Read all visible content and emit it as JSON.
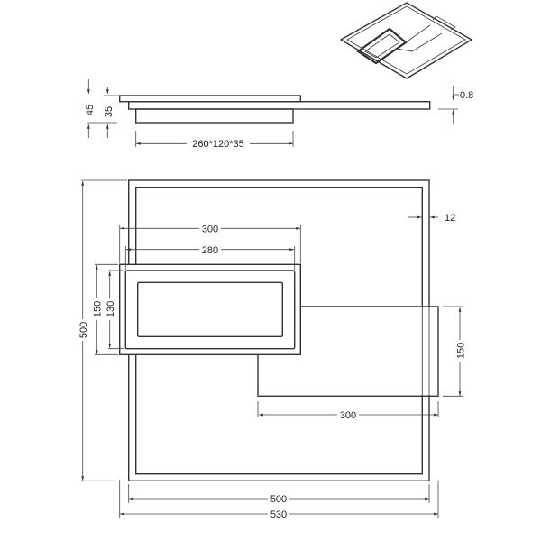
{
  "side_view": {
    "height_total": "45",
    "height_body": "35",
    "driver_box": "260*120*35",
    "plate_thickness": "0.8"
  },
  "top_view": {
    "panel_outer_width": "300",
    "panel_inner_width": "280",
    "panel_outer_height": "150",
    "panel_inner_height": "130",
    "overall_height": "500",
    "frame_width": "12",
    "bar_height": "150",
    "bar_width": "300",
    "frame_inner_width": "500",
    "overall_width": "530"
  },
  "colors": {
    "line": "#333333",
    "background": "#ffffff"
  }
}
